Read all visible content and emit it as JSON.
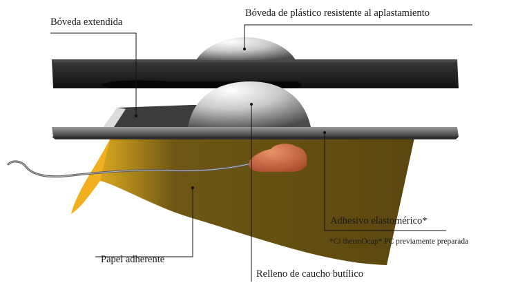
{
  "labels": {
    "domed_plastic": "Bóveda de plástico resistente al aplastamiento",
    "extended_dome": "Bóveda extendida",
    "elastomeric_adhesive": "Adhesivo elastomérico*",
    "footnote": "*Ci thermOcap* PC previamente preparada",
    "adhesive_paper": "Papel adherente",
    "butyl_filler": "Relleno de caucho butílico"
  },
  "colors": {
    "top_plate": "#1e1e1e",
    "base_plate": "#6f6f6f",
    "dome": "#cfcfcf",
    "paper": "#6a5412",
    "paper_edge": "#f2b01e",
    "butyl": "#c8643c",
    "leader": "#111111"
  }
}
